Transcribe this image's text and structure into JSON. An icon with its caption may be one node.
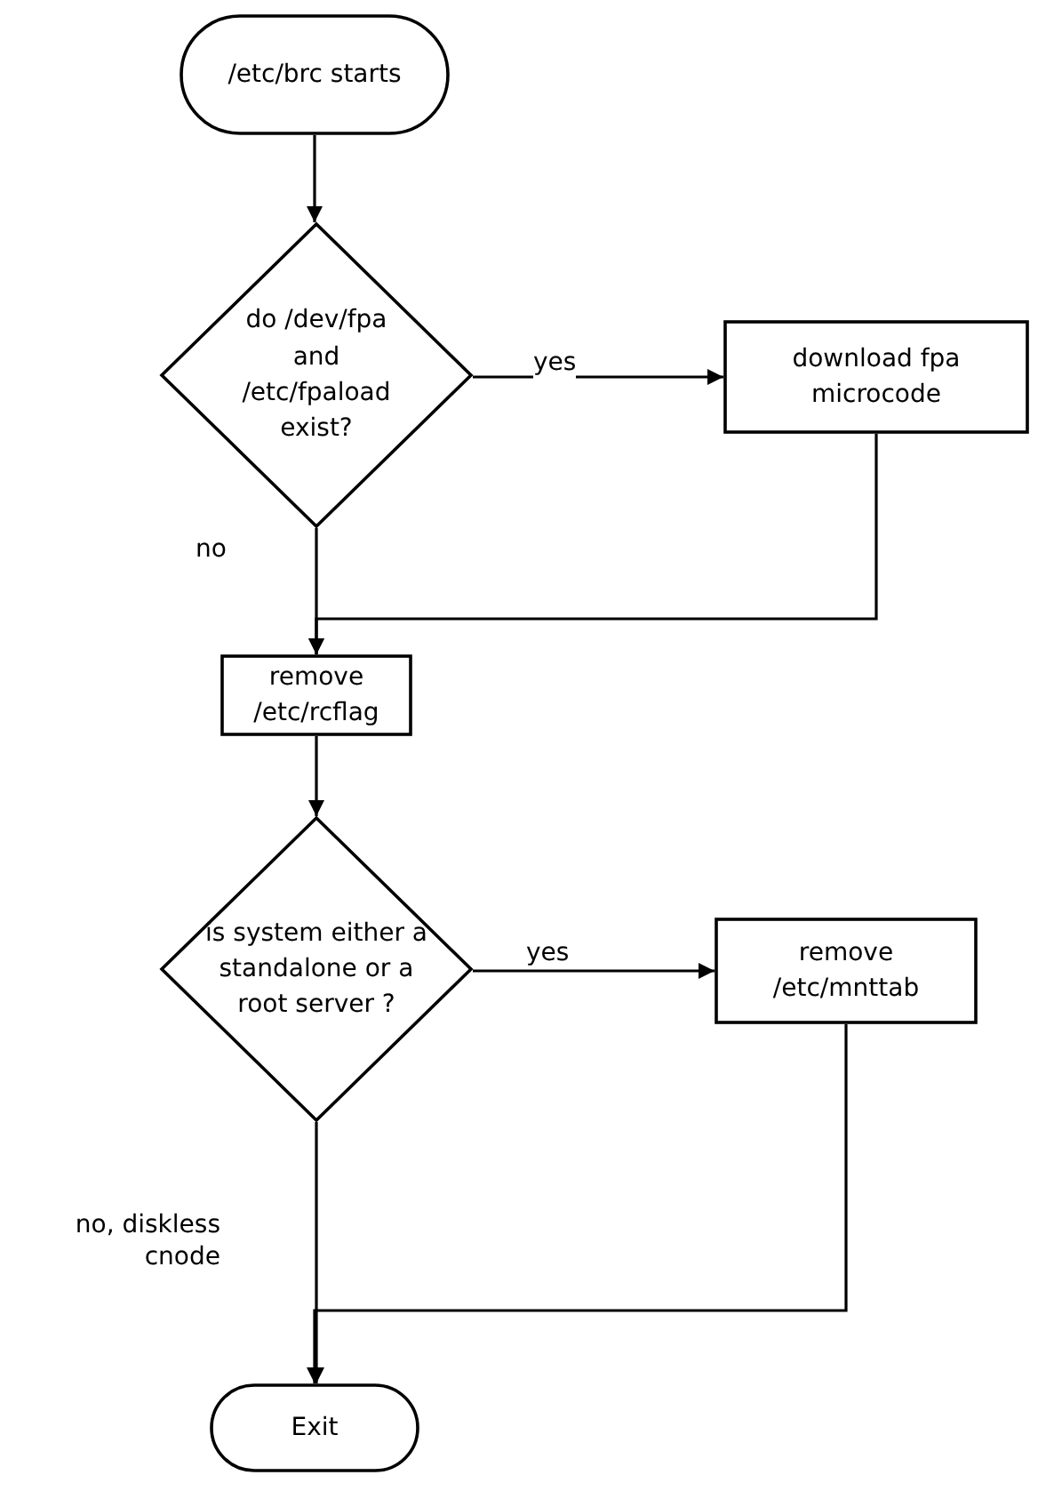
{
  "diagram": {
    "nodes": [
      {
        "text": [
          "/etc/brc starts"
        ]
      },
      {
        "text": [
          "do /dev/fpa and /etc/fpaload exist?"
        ]
      },
      {
        "text": [
          "download fpa microcode"
        ]
      },
      {
        "text": [
          "remove /etc/rcflag"
        ]
      },
      {
        "text": [
          "is system either a standalone or a root server ?"
        ]
      },
      {
        "text": [
          "remove /etc/mnttab"
        ]
      },
      {
        "text": [
          "Exit"
        ]
      }
    ],
    "edges": [
      {
        "from": 0,
        "to": 1,
        "arrow": "to"
      },
      {
        "from": 1,
        "to": 2,
        "arrow": "to",
        "label": "yes"
      },
      {
        "from": 1,
        "to": 3,
        "arrow": "to",
        "label": "no"
      },
      {
        "from": 2,
        "to": 3,
        "arrow": "to"
      },
      {
        "from": 3,
        "to": 4,
        "arrow": "to"
      },
      {
        "from": 4,
        "to": 5,
        "arrow": "to",
        "label": "yes"
      },
      {
        "from": 4,
        "to": 6,
        "arrow": "to",
        "label": "no, diskless cnode"
      },
      {
        "from": 5,
        "to": 6,
        "arrow": "to"
      }
    ]
  }
}
